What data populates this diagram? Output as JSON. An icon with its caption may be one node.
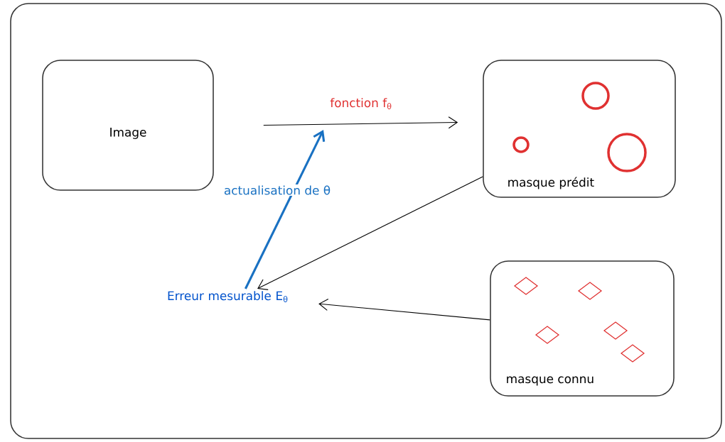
{
  "diagram": {
    "nodes": [
      {
        "text": [],
        "shape": "box"
      },
      {
        "text": [
          "Image"
        ],
        "in": 0
      },
      {
        "text": [
          "masque prédit"
        ],
        "in": 0
      },
      {
        "text": [
          "masque connu"
        ],
        "in": 0
      },
      {
        "text": [
          "Erreur mesurable E$_{θ}$"
        ],
        "in": 0
      }
    ],
    "edges": [
      {
        "from": 1,
        "to": 2,
        "arrow": "to",
        "label": "fonction f$_{θ}$"
      },
      {
        "from": 2,
        "to": 4,
        "arrow": "to"
      },
      {
        "from": 3,
        "to": 4,
        "arrow": "to"
      },
      {
        "from": 4,
        "to": null,
        "arrow": "to",
        "label": "actualisation de θ",
        "color": "#1971c2",
        "style": "thick"
      }
    ]
  }
}
